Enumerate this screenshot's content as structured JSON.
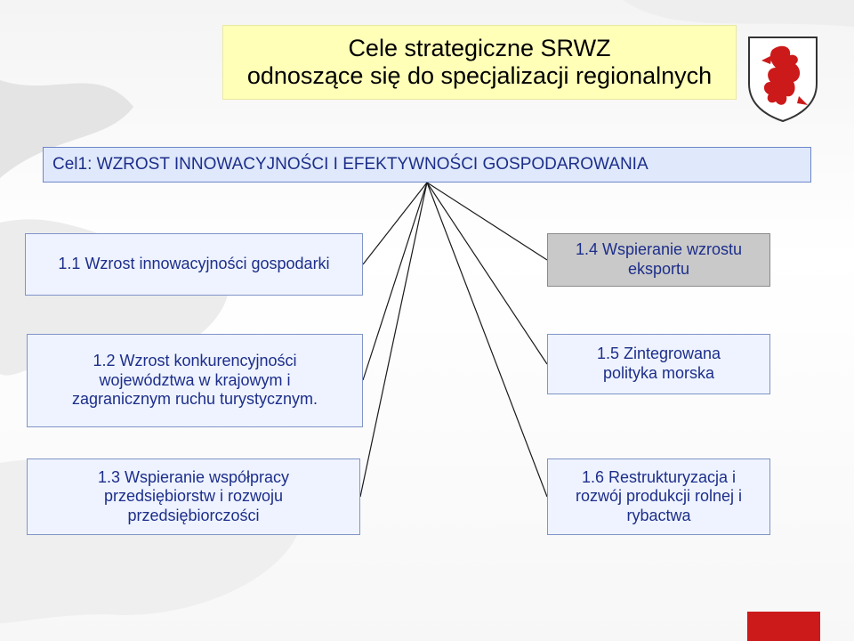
{
  "title": {
    "line1": "Cele strategiczne SRWZ",
    "line2": "odnoszące się do specjalizacji regionalnych"
  },
  "goal": "Cel1: WZROST INNOWACYJNOŚCI I EFEKTYWNOŚCI GOSPODAROWANIA",
  "subgoals": {
    "s11": "1.1 Wzrost innowacyjności gospodarki",
    "s12": "1.2 Wzrost konkurencyjności\nwojewództwa w krajowym i\nzagranicznym ruchu turystycznym.",
    "s13": "1.3 Wspieranie współpracy\nprzedsiębiorstw i rozwoju\nprzedsiębiorczości",
    "s14": "1.4 Wspieranie wzrostu\neksportu",
    "s15": "1.5 Zintegrowana\npolityka morska",
    "s16": "1.6 Restrukturyzacja i\nrozwój produkcji rolnej i\nrybactwa"
  },
  "colors": {
    "title_bg": "#ffffb8",
    "goal_bg": "#dfe9fb",
    "highlight_bg": "#c9c9c9",
    "text": "#1d2e8a",
    "crest_red": "#cc1a1a"
  }
}
